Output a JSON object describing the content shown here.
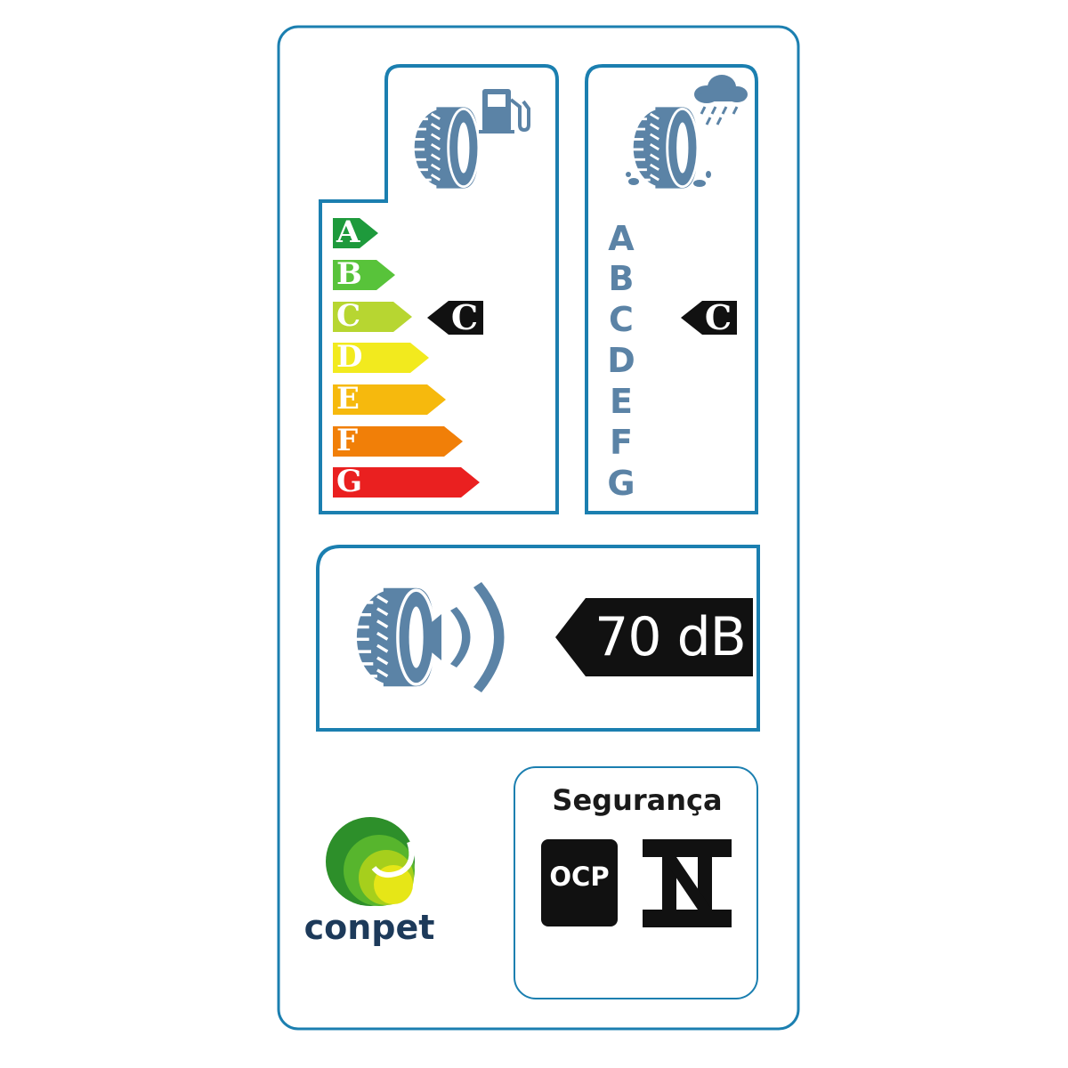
{
  "fuel_efficiency": {
    "classes": [
      {
        "letter": "A",
        "color": "#1e9a3c"
      },
      {
        "letter": "B",
        "color": "#58c33a"
      },
      {
        "letter": "C",
        "color": "#b7d631"
      },
      {
        "letter": "D",
        "color": "#f2ea1e"
      },
      {
        "letter": "E",
        "color": "#f6b90d"
      },
      {
        "letter": "F",
        "color": "#f17f08"
      },
      {
        "letter": "G",
        "color": "#ea2020"
      }
    ],
    "rating": "C",
    "icons": [
      "tire-icon",
      "fuel-pump-icon"
    ]
  },
  "wet_grip": {
    "classes": [
      "A",
      "B",
      "C",
      "D",
      "E",
      "F",
      "G"
    ],
    "rating": "C",
    "icons": [
      "tire-icon",
      "rain-cloud-icon"
    ]
  },
  "noise": {
    "value": "70 dB",
    "icons": [
      "tire-icon",
      "sound-waves-icon"
    ]
  },
  "safety": {
    "title": "Segurança",
    "ocp_label": "OCP",
    "icons": [
      "inmetro-logo-icon"
    ]
  },
  "brand": {
    "name": "conpet",
    "icons": [
      "conpet-logo-icon"
    ]
  },
  "colors": {
    "frame": "#1b7fb0",
    "icon": "#5b83a6",
    "badge": "#111111"
  }
}
